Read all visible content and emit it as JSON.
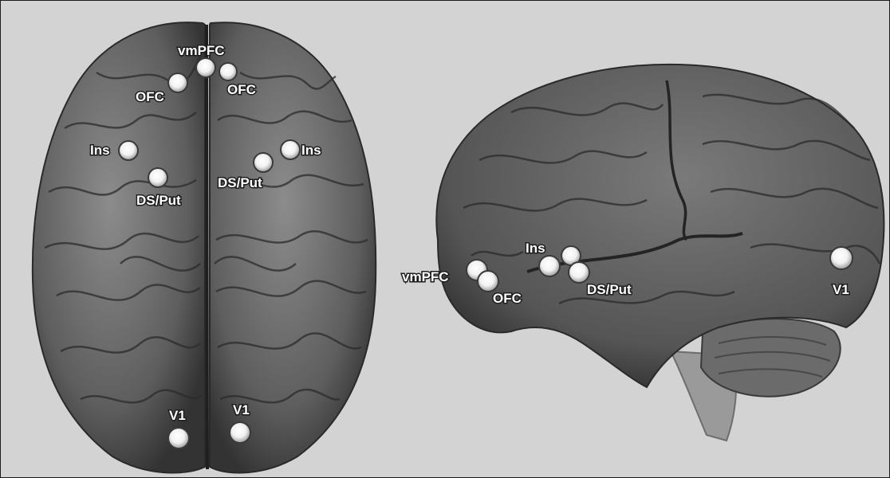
{
  "colors": {
    "background": "#d3d3d3",
    "brain_light": "#8c8c8c",
    "brain_dark": "#333333",
    "label_fill": "#ffffff",
    "label_outline": "#1e1e1e"
  },
  "views": {
    "top": {
      "labels": {
        "vmpfc": "vmPFC",
        "ofc_left": "OFC",
        "ofc_right": "OFC",
        "ins_left": "Ins",
        "ins_right": "Ins",
        "ds_left": "DS/Put",
        "ds_right": "DS/Put",
        "v1_left": "V1",
        "v1_right": "V1"
      }
    },
    "side": {
      "labels": {
        "vmpfc": "vmPFC",
        "ofc": "OFC",
        "ins": "Ins",
        "ds": "DS/Put",
        "v1": "V1"
      }
    }
  }
}
